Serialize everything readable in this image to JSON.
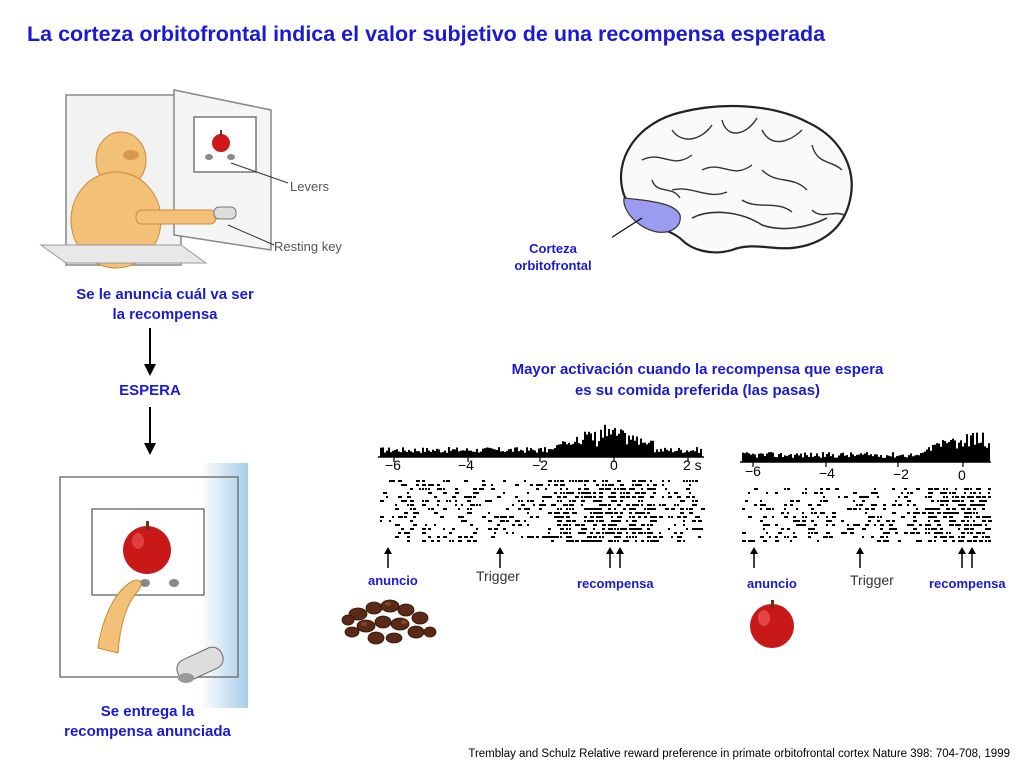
{
  "title": "La corteza orbitofrontal indica el valor subjetivo de una recompensa esperada",
  "setup": {
    "levers_label": "Levers",
    "resting_key_label": "Resting key"
  },
  "flow": {
    "step1_line1": "Se le anuncia cuál va ser",
    "step1_line2": "la recompensa",
    "step2": "ESPERA",
    "step3_line1": "Se entrega la",
    "step3_line2": "recompensa anunciada"
  },
  "brain": {
    "region_line1": "Corteza",
    "region_line2": "orbitofrontal",
    "highlight_color": "#9b9bf0"
  },
  "result": {
    "heading_line1": "Mayor activación cuando la recompensa que espera",
    "heading_line2": "es su comida preferida (las pasas)"
  },
  "raster_left": {
    "ticks": [
      "−6",
      "−4",
      "−2",
      "0",
      "2 s"
    ],
    "event_anuncio": "anuncio",
    "event_trigger": "Trigger",
    "event_recompensa": "recompensa"
  },
  "raster_right": {
    "ticks": [
      "−6",
      "−4",
      "−2",
      "0"
    ],
    "event_anuncio": "anuncio",
    "event_trigger": "Trigger",
    "event_recompensa": "recompensa"
  },
  "footer": "Tremblay and Schulz Relative reward preference in primate orbitofrontal cortex Nature 398: 704-708, 1999"
}
